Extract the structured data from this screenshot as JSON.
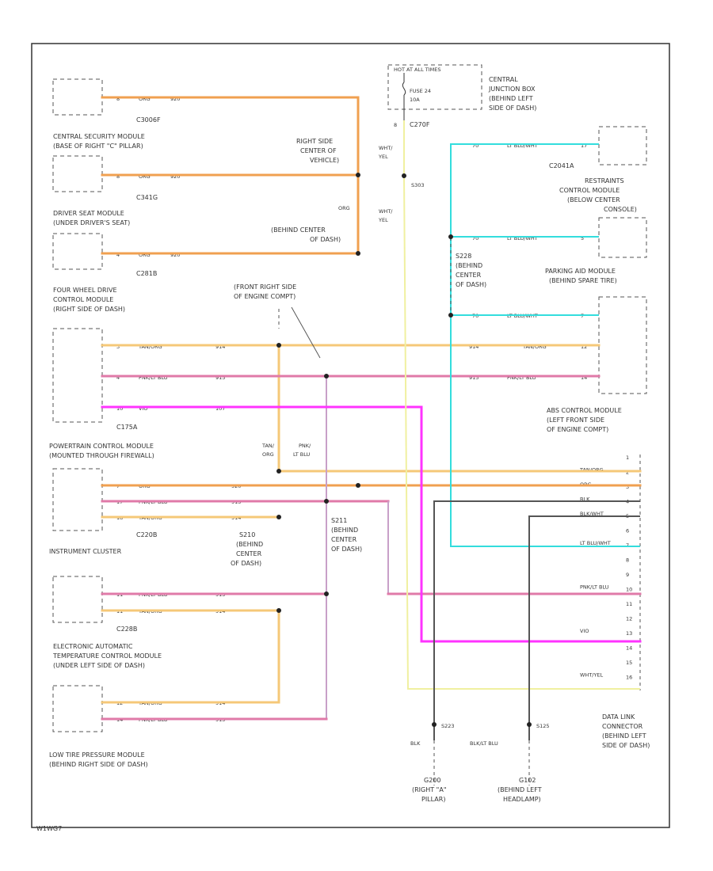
{
  "diagram_id": "W1WG7",
  "fuse": {
    "hot_label": "HOT AT ALL TIMES",
    "fuse_name": "FUSE 24",
    "fuse_rating": "10A",
    "box_name": [
      "CENTRAL",
      "JUNCTION BOX",
      "(BEHIND LEFT",
      "SIDE OF DASH)"
    ],
    "pin": "8",
    "connector": "C270F"
  },
  "modules": [
    {
      "name": [
        "CENTRAL SECURITY MODULE",
        "(BASE OF RIGHT \"C\" PILLAR)"
      ],
      "connector": "C3006F",
      "pins": [
        {
          "pin": "8",
          "color": "ORG",
          "circuit": "920"
        }
      ]
    },
    {
      "name": [
        "DRIVER SEAT MODULE",
        "(UNDER DRIVER'S SEAT)"
      ],
      "connector": "C341G",
      "pins": [
        {
          "pin": "8",
          "color": "ORG",
          "circuit": "920"
        }
      ]
    },
    {
      "name": [
        "FOUR WHEEL DRIVE",
        "CONTROL MODULE",
        "(RIGHT SIDE OF DASH)"
      ],
      "connector": "C281B",
      "pins": [
        {
          "pin": "4",
          "color": "ORG",
          "circuit": "920"
        }
      ]
    },
    {
      "name": [
        "POWERTRAIN CONTROL MODULE",
        "(MOUNTED THROUGH FIREWALL)"
      ],
      "connector": "C175A",
      "pins": [
        {
          "pin": "3",
          "color": "TAN/ORG",
          "circuit": "914"
        },
        {
          "pin": "4",
          "color": "PNK/LT BLU",
          "circuit": "915"
        },
        {
          "pin": "10",
          "color": "VIO",
          "circuit": "107"
        }
      ]
    },
    {
      "name": [
        "INSTRUMENT CLUSTER"
      ],
      "connector": "C220B",
      "pins": [
        {
          "pin": "7",
          "color": "ORG",
          "circuit": "920"
        },
        {
          "pin": "17",
          "color": "PNK/LT BLU",
          "circuit": "915"
        },
        {
          "pin": "18",
          "color": "TAN/ORG",
          "circuit": "914"
        }
      ]
    },
    {
      "name": [
        "ELECTRONIC AUTOMATIC",
        "TEMPERATURE CONTROL MODULE",
        "(UNDER LEFT SIDE OF DASH)"
      ],
      "connector": "C228B",
      "pins": [
        {
          "pin": "11",
          "color": "PNK/LT BLU",
          "circuit": "915"
        },
        {
          "pin": "11",
          "color": "TAN/ORG",
          "circuit": "914"
        }
      ]
    },
    {
      "name": [
        "LOW TIRE PRESSURE MODULE",
        "(BEHIND RIGHT SIDE OF DASH)"
      ],
      "connector": "",
      "pins": [
        {
          "pin": "12",
          "color": "TAN/ORG",
          "circuit": "914"
        },
        {
          "pin": "14",
          "color": "PNK/LT BLU",
          "circuit": "915"
        }
      ]
    }
  ],
  "right_modules": [
    {
      "name": [
        "RESTRAINTS",
        "CONTROL MODULE",
        "(BELOW CENTER",
        "CONSOLE)"
      ],
      "connector": "C2041A",
      "pins": [
        {
          "pin": "17",
          "color": "LT BLU/WHT",
          "circuit": "70"
        }
      ]
    },
    {
      "name": [
        "PARKING AID MODULE",
        "(BEHIND SPARE TIRE)"
      ],
      "connector": "",
      "pins": [
        {
          "pin": "5",
          "color": "LT BLU/WHT",
          "circuit": "70"
        }
      ]
    },
    {
      "name": [
        "ABS CONTROL MODULE",
        "(LEFT FRONT SIDE",
        "OF ENGINE COMPT)"
      ],
      "connector": "",
      "pins": [
        {
          "pin": "7",
          "color": "LT BLU/WHT",
          "circuit": "70"
        },
        {
          "pin": "12",
          "color": "TAN/ORG",
          "circuit": "914"
        },
        {
          "pin": "14",
          "color": "PNK/LT BLU",
          "circuit": "915"
        }
      ]
    }
  ],
  "splices": {
    "right_center": [
      "RIGHT SIDE",
      "CENTER OF",
      "VEHICLE)"
    ],
    "behind_center": [
      "(BEHIND CENTER",
      "OF DASH)"
    ],
    "wire_org": "ORG",
    "wire_wht_yel": [
      "WHT/",
      "YEL"
    ],
    "wire_wht_yel2": [
      "WHT/",
      "YEL"
    ],
    "s_label": "S303",
    "engine_compt": [
      "(FRONT RIGHT SIDE",
      "OF ENGINE COMPT)"
    ],
    "s228": [
      "S228",
      "(BEHIND",
      "CENTER",
      "OF DASH)"
    ],
    "s210": [
      "S210",
      "(BEHIND",
      "CENTER",
      "OF DASH)"
    ],
    "s211": [
      "S211",
      "(BEHIND",
      "CENTER",
      "OF DASH)"
    ],
    "tan_org": [
      "TAN/",
      "ORG"
    ],
    "pnk_lt_blu": [
      "PNK/",
      "LT BLU"
    ],
    "s223": "S223",
    "s125": "S125",
    "blk": "BLK",
    "blk_lt_blu": "BLK/LT BLU",
    "g200": [
      "G200",
      "(RIGHT \"A\"",
      "PILLAR)"
    ],
    "g102": [
      "G102",
      "(BEHIND LEFT",
      "HEADLAMP)"
    ]
  },
  "dlc": {
    "name": [
      "DATA LINK",
      "CONNECTOR",
      "(BEHIND LEFT",
      "SIDE OF DASH)"
    ],
    "pins": [
      {
        "pin": "1",
        "label": ""
      },
      {
        "pin": "2",
        "label": "TAN/ORG"
      },
      {
        "pin": "3",
        "label": "ORG"
      },
      {
        "pin": "4",
        "label": "BLK"
      },
      {
        "pin": "5",
        "label": "BLK/WHT"
      },
      {
        "pin": "6",
        "label": ""
      },
      {
        "pin": "7",
        "label": "LT BLU/WHT"
      },
      {
        "pin": "8",
        "label": ""
      },
      {
        "pin": "9",
        "label": ""
      },
      {
        "pin": "10",
        "label": "PNK/LT BLU"
      },
      {
        "pin": "11",
        "label": ""
      },
      {
        "pin": "12",
        "label": ""
      },
      {
        "pin": "13",
        "label": "VIO"
      },
      {
        "pin": "14",
        "label": ""
      },
      {
        "pin": "15",
        "label": ""
      },
      {
        "pin": "16",
        "label": "WHT/YEL"
      }
    ]
  },
  "colors": {
    "org": "#f0a050",
    "tan_org": "#f5c878",
    "pnk_lt_blu": "#e07aa8",
    "vio": "#ff33ff",
    "lt_blu_wht": "#33dddd",
    "wht_yel": "#f0f0a0",
    "blk": "#555555",
    "pnk_gray": "#c8a0c8",
    "frame": "#333333"
  }
}
